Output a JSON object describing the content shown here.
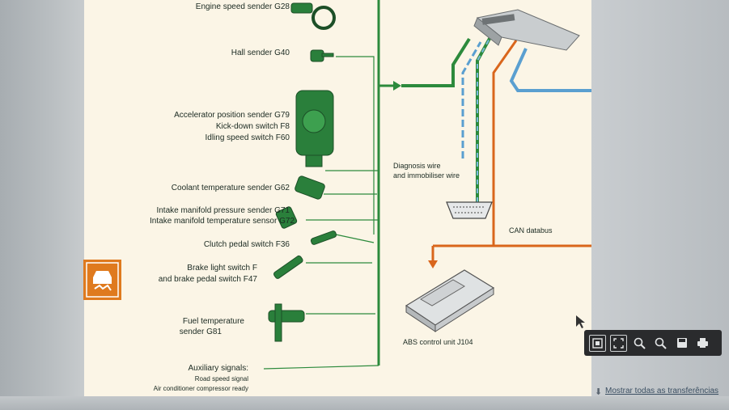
{
  "sensors": {
    "g28": "Engine speed sender G28",
    "g40": "Hall sender G40",
    "g79_1": "Accelerator position sender G79",
    "g79_2": "Kick-down switch F8",
    "g79_3": "Idling speed switch F60",
    "g62": "Coolant temperature sender G62",
    "g71_1": "Intake manifold pressure sender G71",
    "g71_2": "Intake manifold temperature sensor G72",
    "f36": "Clutch pedal switch F36",
    "f47_1": "Brake light switch F",
    "f47_2": "and brake pedal switch F47",
    "g81_1": "Fuel temperature",
    "g81_2": "sender G81",
    "aux": "Auxiliary signals:",
    "aux_1": "Road speed signal",
    "aux_2": "Air conditioner compressor ready"
  },
  "diagram": {
    "diag_1": "Diagnosis wire",
    "diag_2": "and immobiliser wire",
    "can": "CAN databus",
    "abs": "ABS control unit J104"
  },
  "viewer": {
    "footer_link": "Mostrar todas as transferências",
    "download_icon": "download-arrow-icon",
    "toolbar_icons": [
      "fit-icon",
      "expand-icon",
      "zoom-in-icon",
      "zoom-out-icon",
      "save-icon",
      "print-icon"
    ]
  },
  "colors": {
    "wire_green": "#2c8a3c",
    "wire_orange": "#d9661c",
    "wire_blue": "#5a9fd0",
    "component_green": "#2a7f3b",
    "accent_orange": "#df7a1e"
  }
}
